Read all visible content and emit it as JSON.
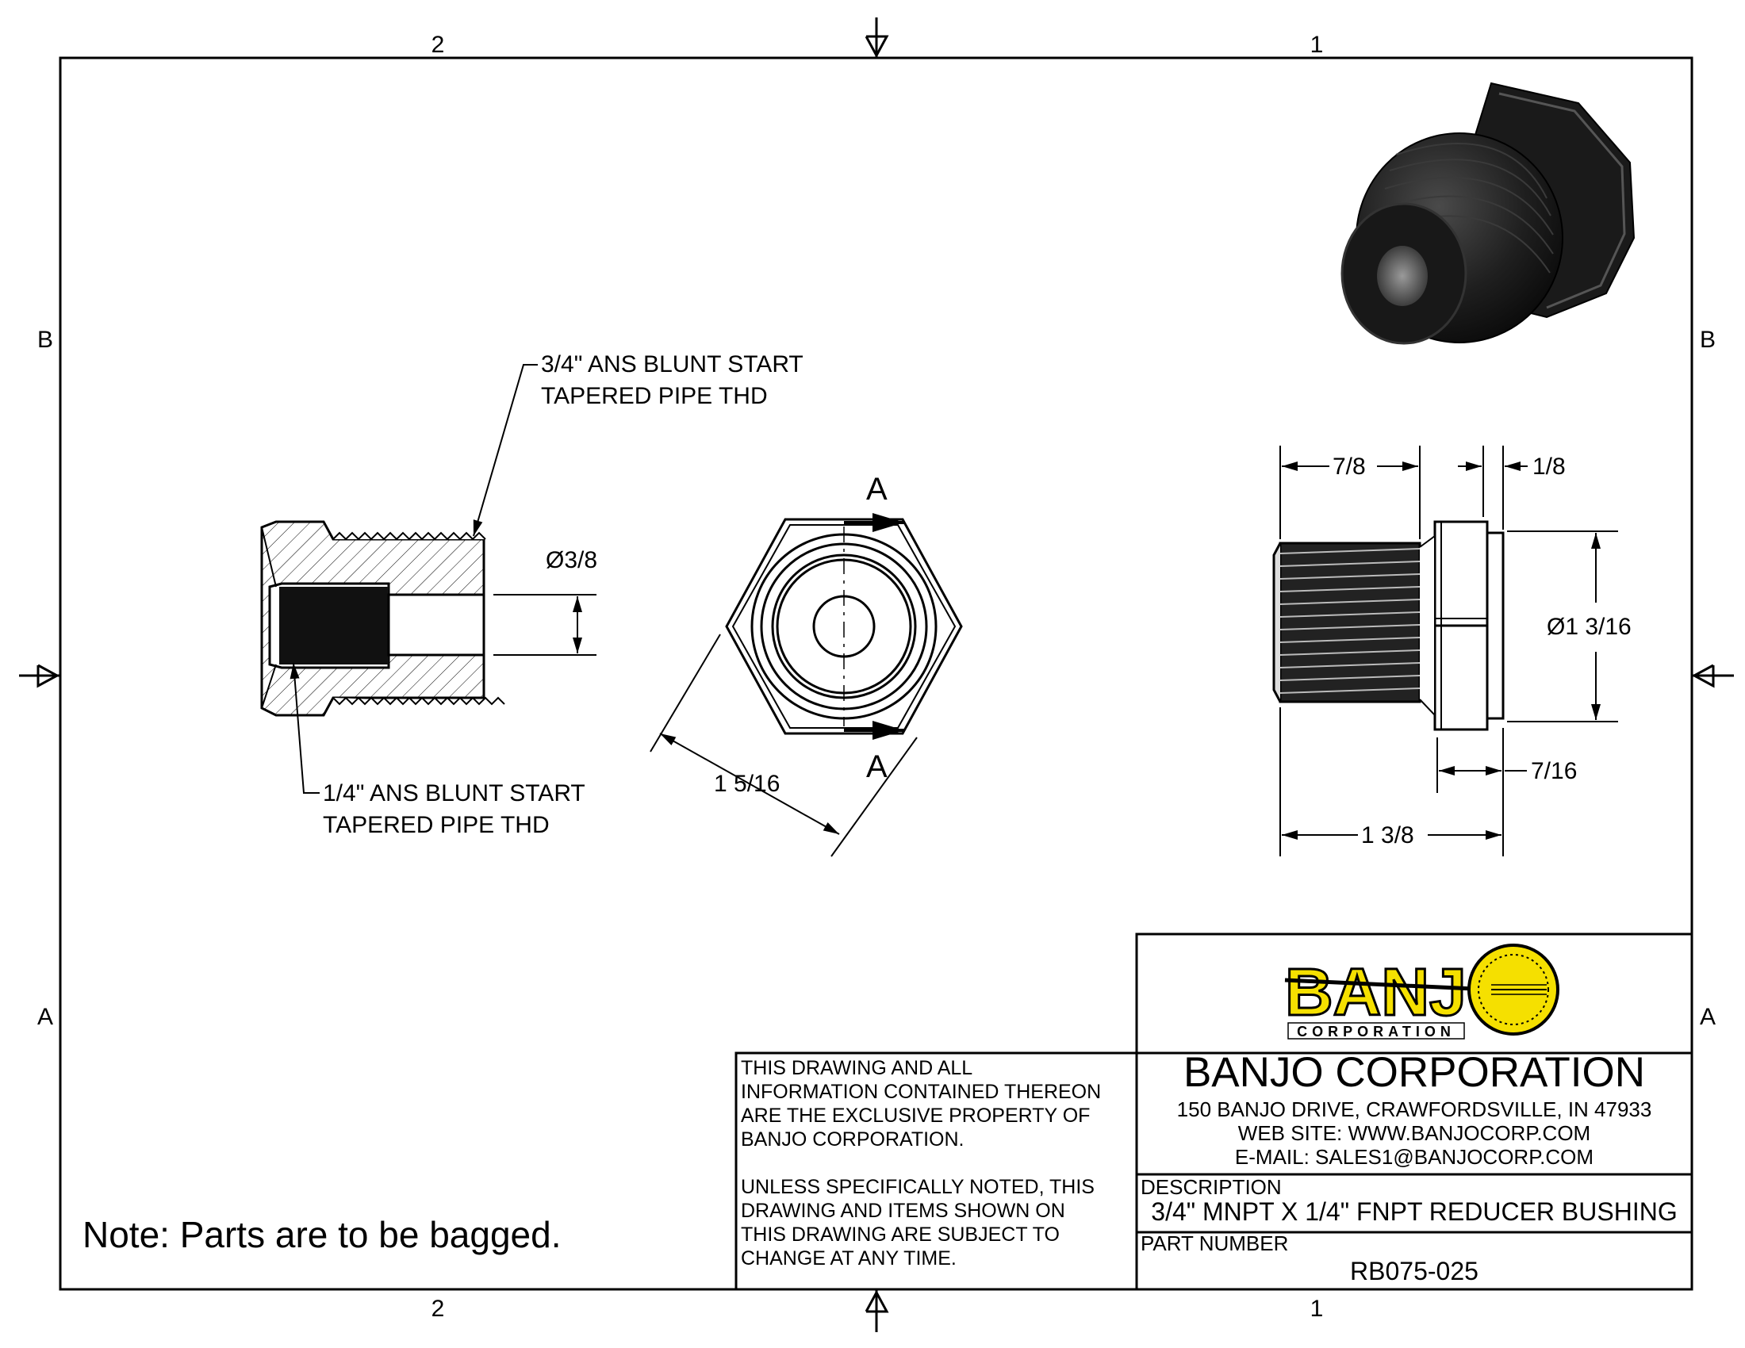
{
  "zones": {
    "top_left": "2",
    "top_right": "1",
    "bottom_left": "2",
    "bottom_right": "1",
    "left_upper": "B",
    "left_lower": "A",
    "right_upper": "B",
    "right_lower": "A"
  },
  "callouts": {
    "outer_thread_line1": "3/4\" ANS BLUNT START",
    "outer_thread_line2": "TAPERED PIPE THD",
    "inner_thread_line1": "1/4\" ANS BLUNT START",
    "inner_thread_line2": "TAPERED PIPE THD"
  },
  "dimensions": {
    "bore_dia": "Ø3/8",
    "hex_across_corners": "1 5/16",
    "section_label_top": "A",
    "section_label_bottom": "A",
    "thread_length": "7/8",
    "flange_thickness": "1/8",
    "hex_length": "7/16",
    "overall_length": "1 3/8",
    "hex_dia": "Ø1 3/16"
  },
  "note": "Note: Parts are to be bagged.",
  "title_block": {
    "proprietary_notice": "THIS DRAWING AND ALL\nINFORMATION CONTAINED THEREON\nARE THE EXCLUSIVE PROPERTY OF\nBANJO CORPORATION.",
    "change_notice": "UNLESS SPECIFICALLY NOTED, THIS\nDRAWING AND ITEMS SHOWN ON\nTHIS DRAWING ARE SUBJECT TO\nCHANGE AT ANY TIME.",
    "logo_word": "BANJ",
    "logo_subtext": "CORPORATION",
    "company_name": "BANJO CORPORATION",
    "address": "150 BANJO DRIVE, CRAWFORDSVILLE, IN 47933",
    "website": "WEB SITE: WWW.BANJOCORP.COM",
    "email": "E-MAIL: SALES1@BANJOCORP.COM",
    "description_label": "DESCRIPTION",
    "description": "3/4\" MNPT X 1/4\" FNPT REDUCER BUSHING",
    "part_number_label": "PART NUMBER",
    "part_number": "RB075-025"
  },
  "colors": {
    "logo_yellow": "#f5e000",
    "ink": "#000000",
    "part_dark": "#1c1c1c"
  }
}
